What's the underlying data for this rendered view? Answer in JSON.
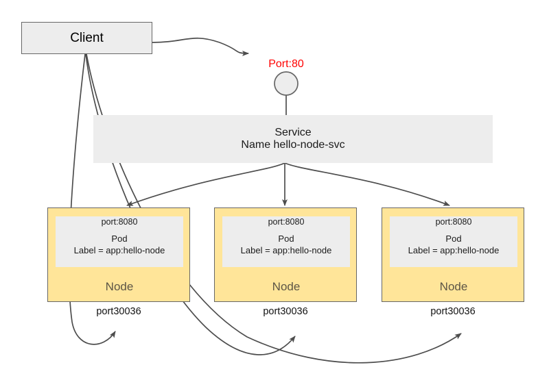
{
  "diagram": {
    "title": "kubernetes-service-nodeport-diagram",
    "colors": {
      "node_fill": "#ffe599",
      "box_fill": "#ededed",
      "stroke": "#666666",
      "accent_red": "#ff0000",
      "node_label_text": "#5c5546",
      "arrow": "#4d4d4d"
    },
    "client": {
      "label": "Client"
    },
    "port_endpoint": {
      "label": "Port:80",
      "color": "#ff0000",
      "shape": "circle"
    },
    "service": {
      "line1": "Service",
      "line2": "Name hello-node-svc"
    },
    "nodes": [
      {
        "port_in": "port:8080",
        "pod_line1": "Pod",
        "pod_line2": "Label = app:hello-node",
        "node_label": "Node",
        "node_port": "port30036"
      },
      {
        "port_in": "port:8080",
        "pod_line1": "Pod",
        "pod_line2": "Label = app:hello-node",
        "node_label": "Node",
        "node_port": "port30036"
      },
      {
        "port_in": "port:8080",
        "pod_line1": "Pod",
        "pod_line2": "Label = app:hello-node",
        "node_label": "Node",
        "node_port": "port30036"
      }
    ]
  }
}
